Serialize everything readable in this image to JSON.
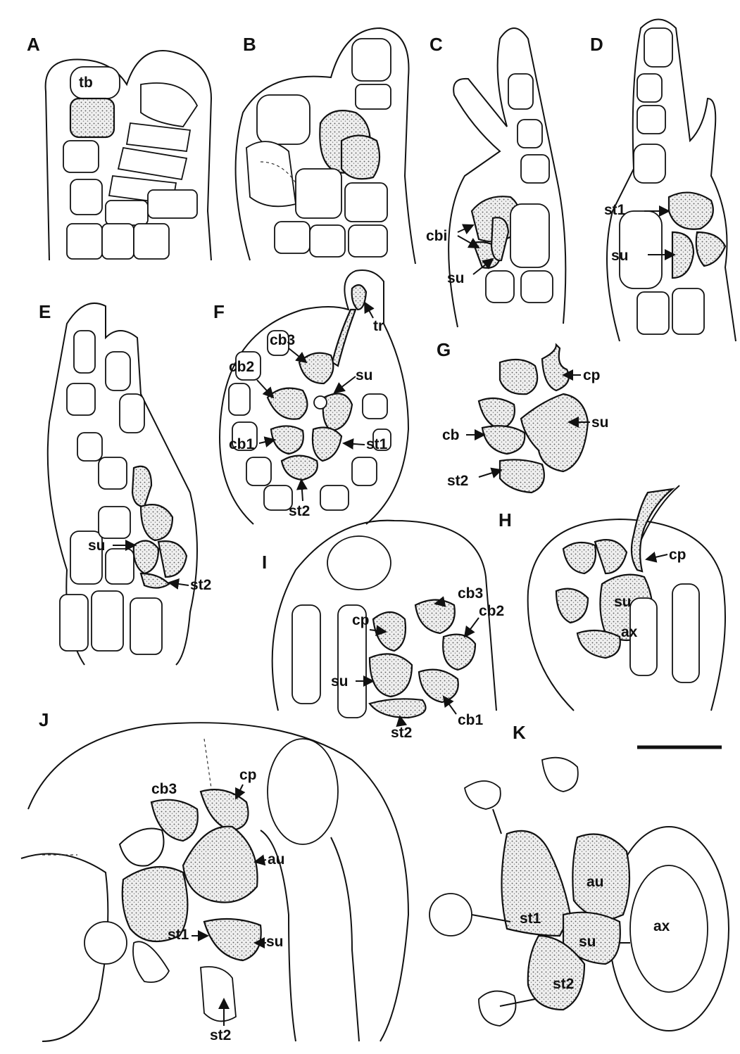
{
  "panels": {
    "A": {
      "label": "A",
      "labels": [
        "tb"
      ]
    },
    "B": {
      "label": "B",
      "labels": []
    },
    "C": {
      "label": "C",
      "labels": [
        "cbi",
        "su"
      ]
    },
    "D": {
      "label": "D",
      "labels": [
        "st1",
        "su"
      ]
    },
    "E": {
      "label": "E",
      "labels": [
        "su",
        "st2"
      ]
    },
    "F": {
      "label": "F",
      "labels": [
        "tr",
        "cb3",
        "su",
        "cb2",
        "st1",
        "cb1",
        "st2"
      ]
    },
    "G": {
      "label": "G",
      "labels": [
        "cp",
        "su",
        "cb",
        "st2"
      ]
    },
    "H": {
      "label": "H",
      "labels": [
        "cp",
        "su",
        "ax"
      ]
    },
    "I": {
      "label": "I",
      "labels": [
        "cb3",
        "cb2",
        "cp",
        "su",
        "cb1",
        "st2"
      ]
    },
    "J": {
      "label": "J",
      "labels": [
        "cb3",
        "cp",
        "au",
        "st1",
        "su",
        "st2"
      ]
    },
    "K": {
      "label": "K",
      "labels": [
        "au",
        "st1",
        "su",
        "ax",
        "st2"
      ]
    }
  },
  "colors": {
    "ink": "#111111",
    "paper": "#ffffff"
  },
  "scale_bar": {
    "present": true
  }
}
